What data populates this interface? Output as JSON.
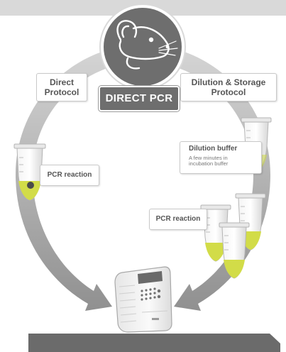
{
  "diagram": {
    "center_title": "DIRECT PCR",
    "left_protocol": [
      "Direct",
      "Protocol"
    ],
    "right_protocol": [
      "Dilution & Storage",
      "Protocol"
    ],
    "left_step": "PCR reaction",
    "dilution_step": {
      "title": "Dilution buffer",
      "note": [
        "A few minutes in",
        "incubation buffer"
      ]
    },
    "right_step": "PCR reaction"
  },
  "icons": {
    "center": "mouse-head-icon",
    "left_tube": "pcr-tube-icon",
    "right_tubes": "pcr-tube-icon",
    "bottom": "thermal-cycler-icon",
    "arrows": "curved-arrow-icon"
  },
  "colors": {
    "banner": "#d9d9d9",
    "medallion": "#6e6e6e",
    "arrow": "#8c8c8c",
    "liquid": "#d2dc48",
    "sample_dot": "#4a4a4a"
  }
}
